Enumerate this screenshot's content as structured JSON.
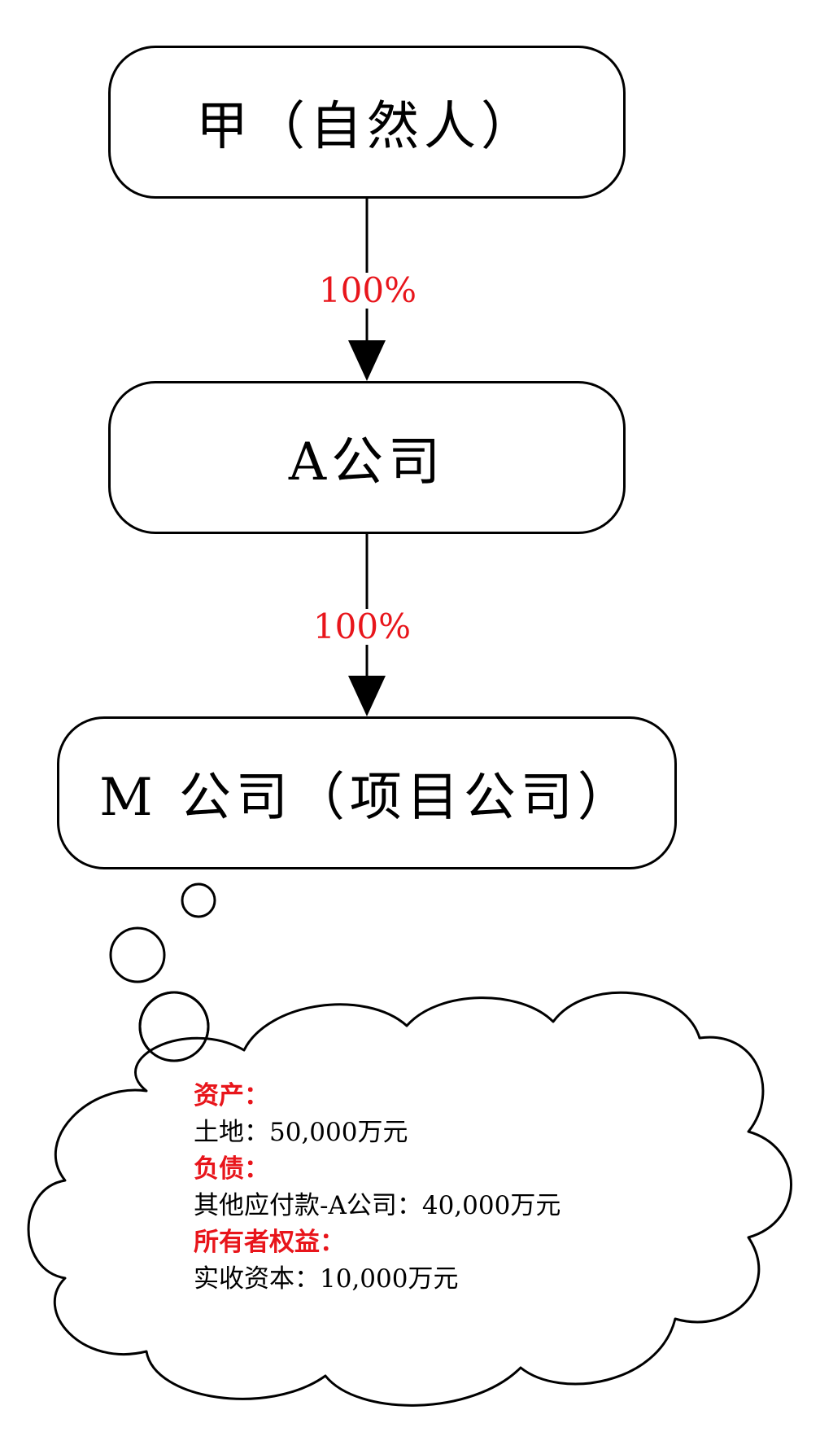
{
  "nodes": {
    "top": "甲（自然人）",
    "middle": "A公司",
    "bottom": "M 公司（项目公司）"
  },
  "edges": [
    {
      "from": "top",
      "to": "middle",
      "label": "100%"
    },
    {
      "from": "middle",
      "to": "bottom",
      "label": "100%"
    }
  ],
  "balance_sheet": {
    "assets_heading": "资产：",
    "assets_item": "土地：50,000万元",
    "liabilities_heading": "负债：",
    "liabilities_item": "其他应付款-A公司：40,000万元",
    "equity_heading": "所有者权益：",
    "equity_item": "实收资本：10,000万元"
  },
  "colors": {
    "label_red": "#e8151b",
    "line": "#000000",
    "background": "#ffffff"
  }
}
